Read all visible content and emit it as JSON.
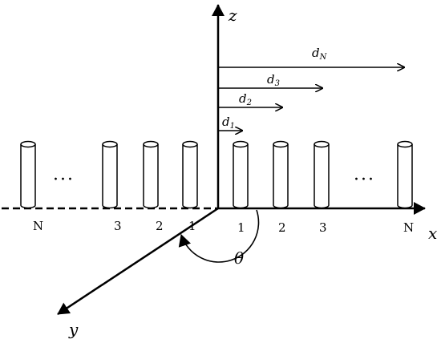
{
  "axes": {
    "x_label": "x",
    "y_label": "y",
    "z_label": "z",
    "angle_label": "θ"
  },
  "distances": [
    {
      "base": "d",
      "sub": "1"
    },
    {
      "base": "d",
      "sub": "2"
    },
    {
      "base": "d",
      "sub": "3"
    },
    {
      "base": "d",
      "sub": "N"
    }
  ],
  "right_indices": [
    "1",
    "2",
    "3",
    "N"
  ],
  "left_indices": [
    "N",
    "3",
    "2",
    "1"
  ],
  "ellipsis": "···",
  "colors": {
    "stroke": "#000000",
    "background": "#ffffff"
  }
}
